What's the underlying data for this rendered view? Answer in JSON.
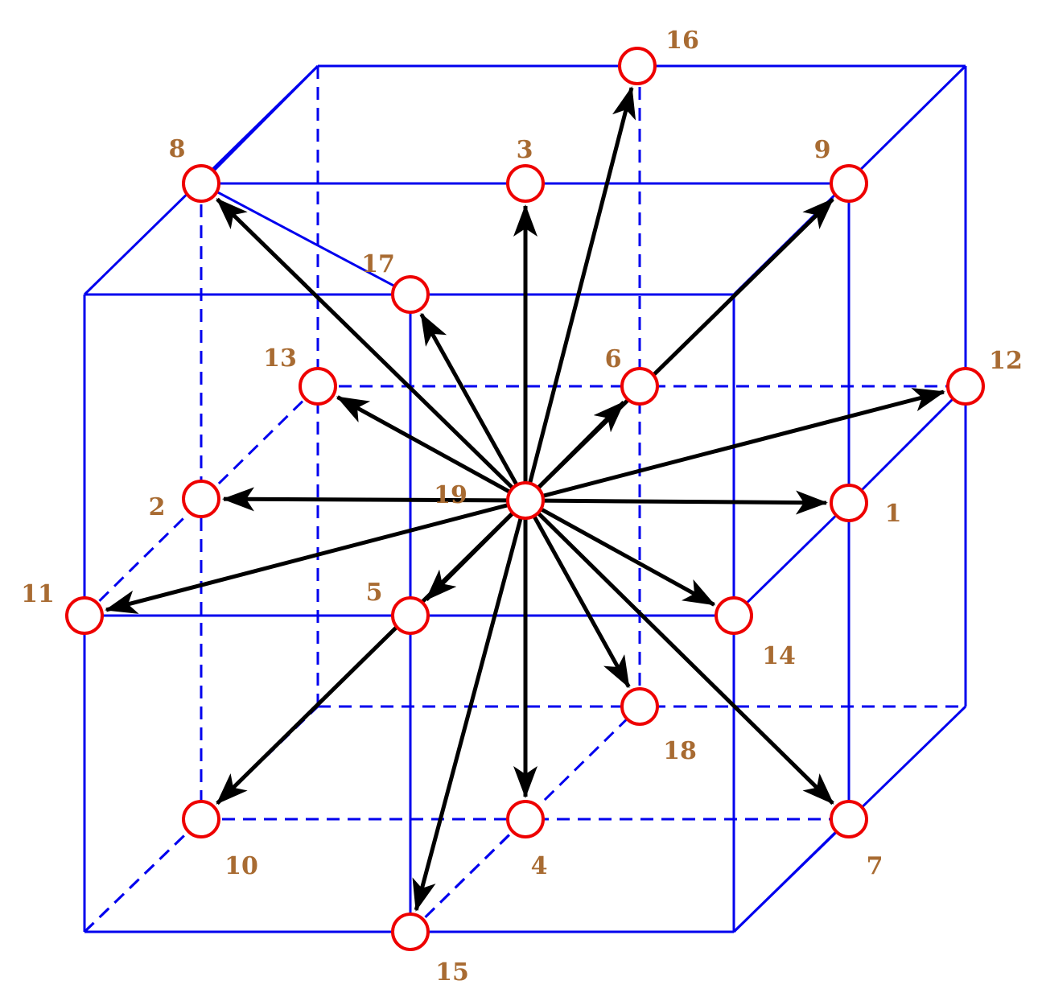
{
  "colors": {
    "cube": "#0000ee",
    "node_stroke": "#ee0000",
    "node_fill": "#ffffff",
    "arrow": "#000000",
    "label": "#a86b32",
    "background": "#ffffff"
  },
  "center_node": "19",
  "nodes": [
    {
      "id": "1"
    },
    {
      "id": "2"
    },
    {
      "id": "3"
    },
    {
      "id": "4"
    },
    {
      "id": "5"
    },
    {
      "id": "6"
    },
    {
      "id": "7"
    },
    {
      "id": "8"
    },
    {
      "id": "9"
    },
    {
      "id": "10"
    },
    {
      "id": "11"
    },
    {
      "id": "12"
    },
    {
      "id": "13"
    },
    {
      "id": "14"
    },
    {
      "id": "15"
    },
    {
      "id": "16"
    },
    {
      "id": "17"
    },
    {
      "id": "18"
    },
    {
      "id": "19"
    }
  ],
  "arrows_to": [
    "1",
    "2",
    "3",
    "4",
    "5",
    "6",
    "7",
    "8",
    "9",
    "10",
    "11",
    "12",
    "13",
    "14",
    "15",
    "16",
    "17",
    "18"
  ]
}
